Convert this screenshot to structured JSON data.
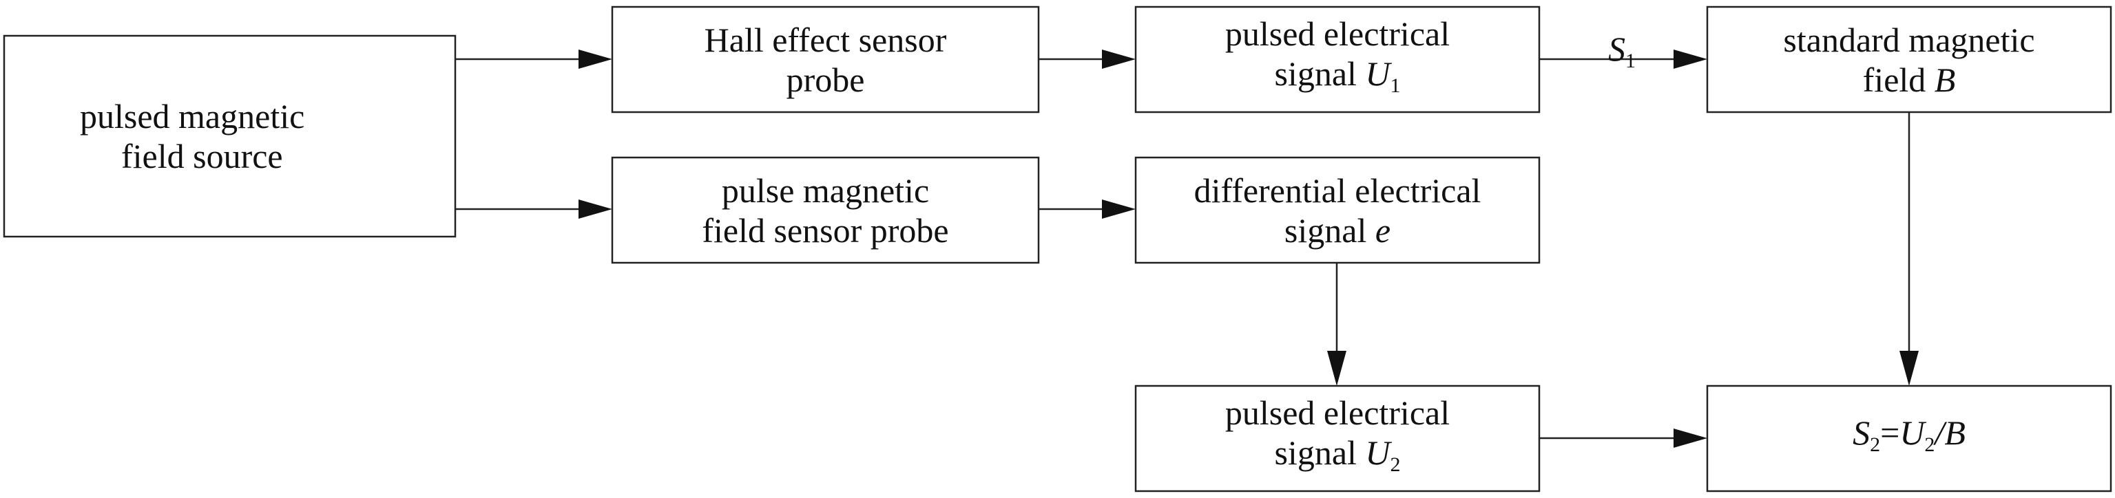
{
  "nodes": {
    "source": {
      "line1": "pulsed magnetic",
      "line2": "field source"
    },
    "hall_probe": {
      "line1": "Hall effect sensor",
      "line2": "probe"
    },
    "pulse_probe": {
      "line1": "pulse magnetic",
      "line2": "field sensor probe"
    },
    "u1_signal": {
      "line1": "pulsed electrical",
      "line2_text": "signal ",
      "var": "U",
      "sub": "1"
    },
    "diff_signal": {
      "line1": "differential electrical",
      "line2_text": "signal ",
      "var": "e"
    },
    "u2_signal": {
      "line1": "pulsed electrical",
      "line2_text": "signal ",
      "var": "U",
      "sub": "2"
    },
    "standard_b": {
      "line1": "standard magnetic",
      "line2_text": "field ",
      "var": "B"
    },
    "s2_formula": {
      "s": "S",
      "s_sub": "2",
      "eq": "=",
      "u": "U",
      "u_sub": "2",
      "slash": "/",
      "b": "B"
    }
  },
  "edge_labels": {
    "s1": {
      "var": "S",
      "sub": "1"
    }
  }
}
